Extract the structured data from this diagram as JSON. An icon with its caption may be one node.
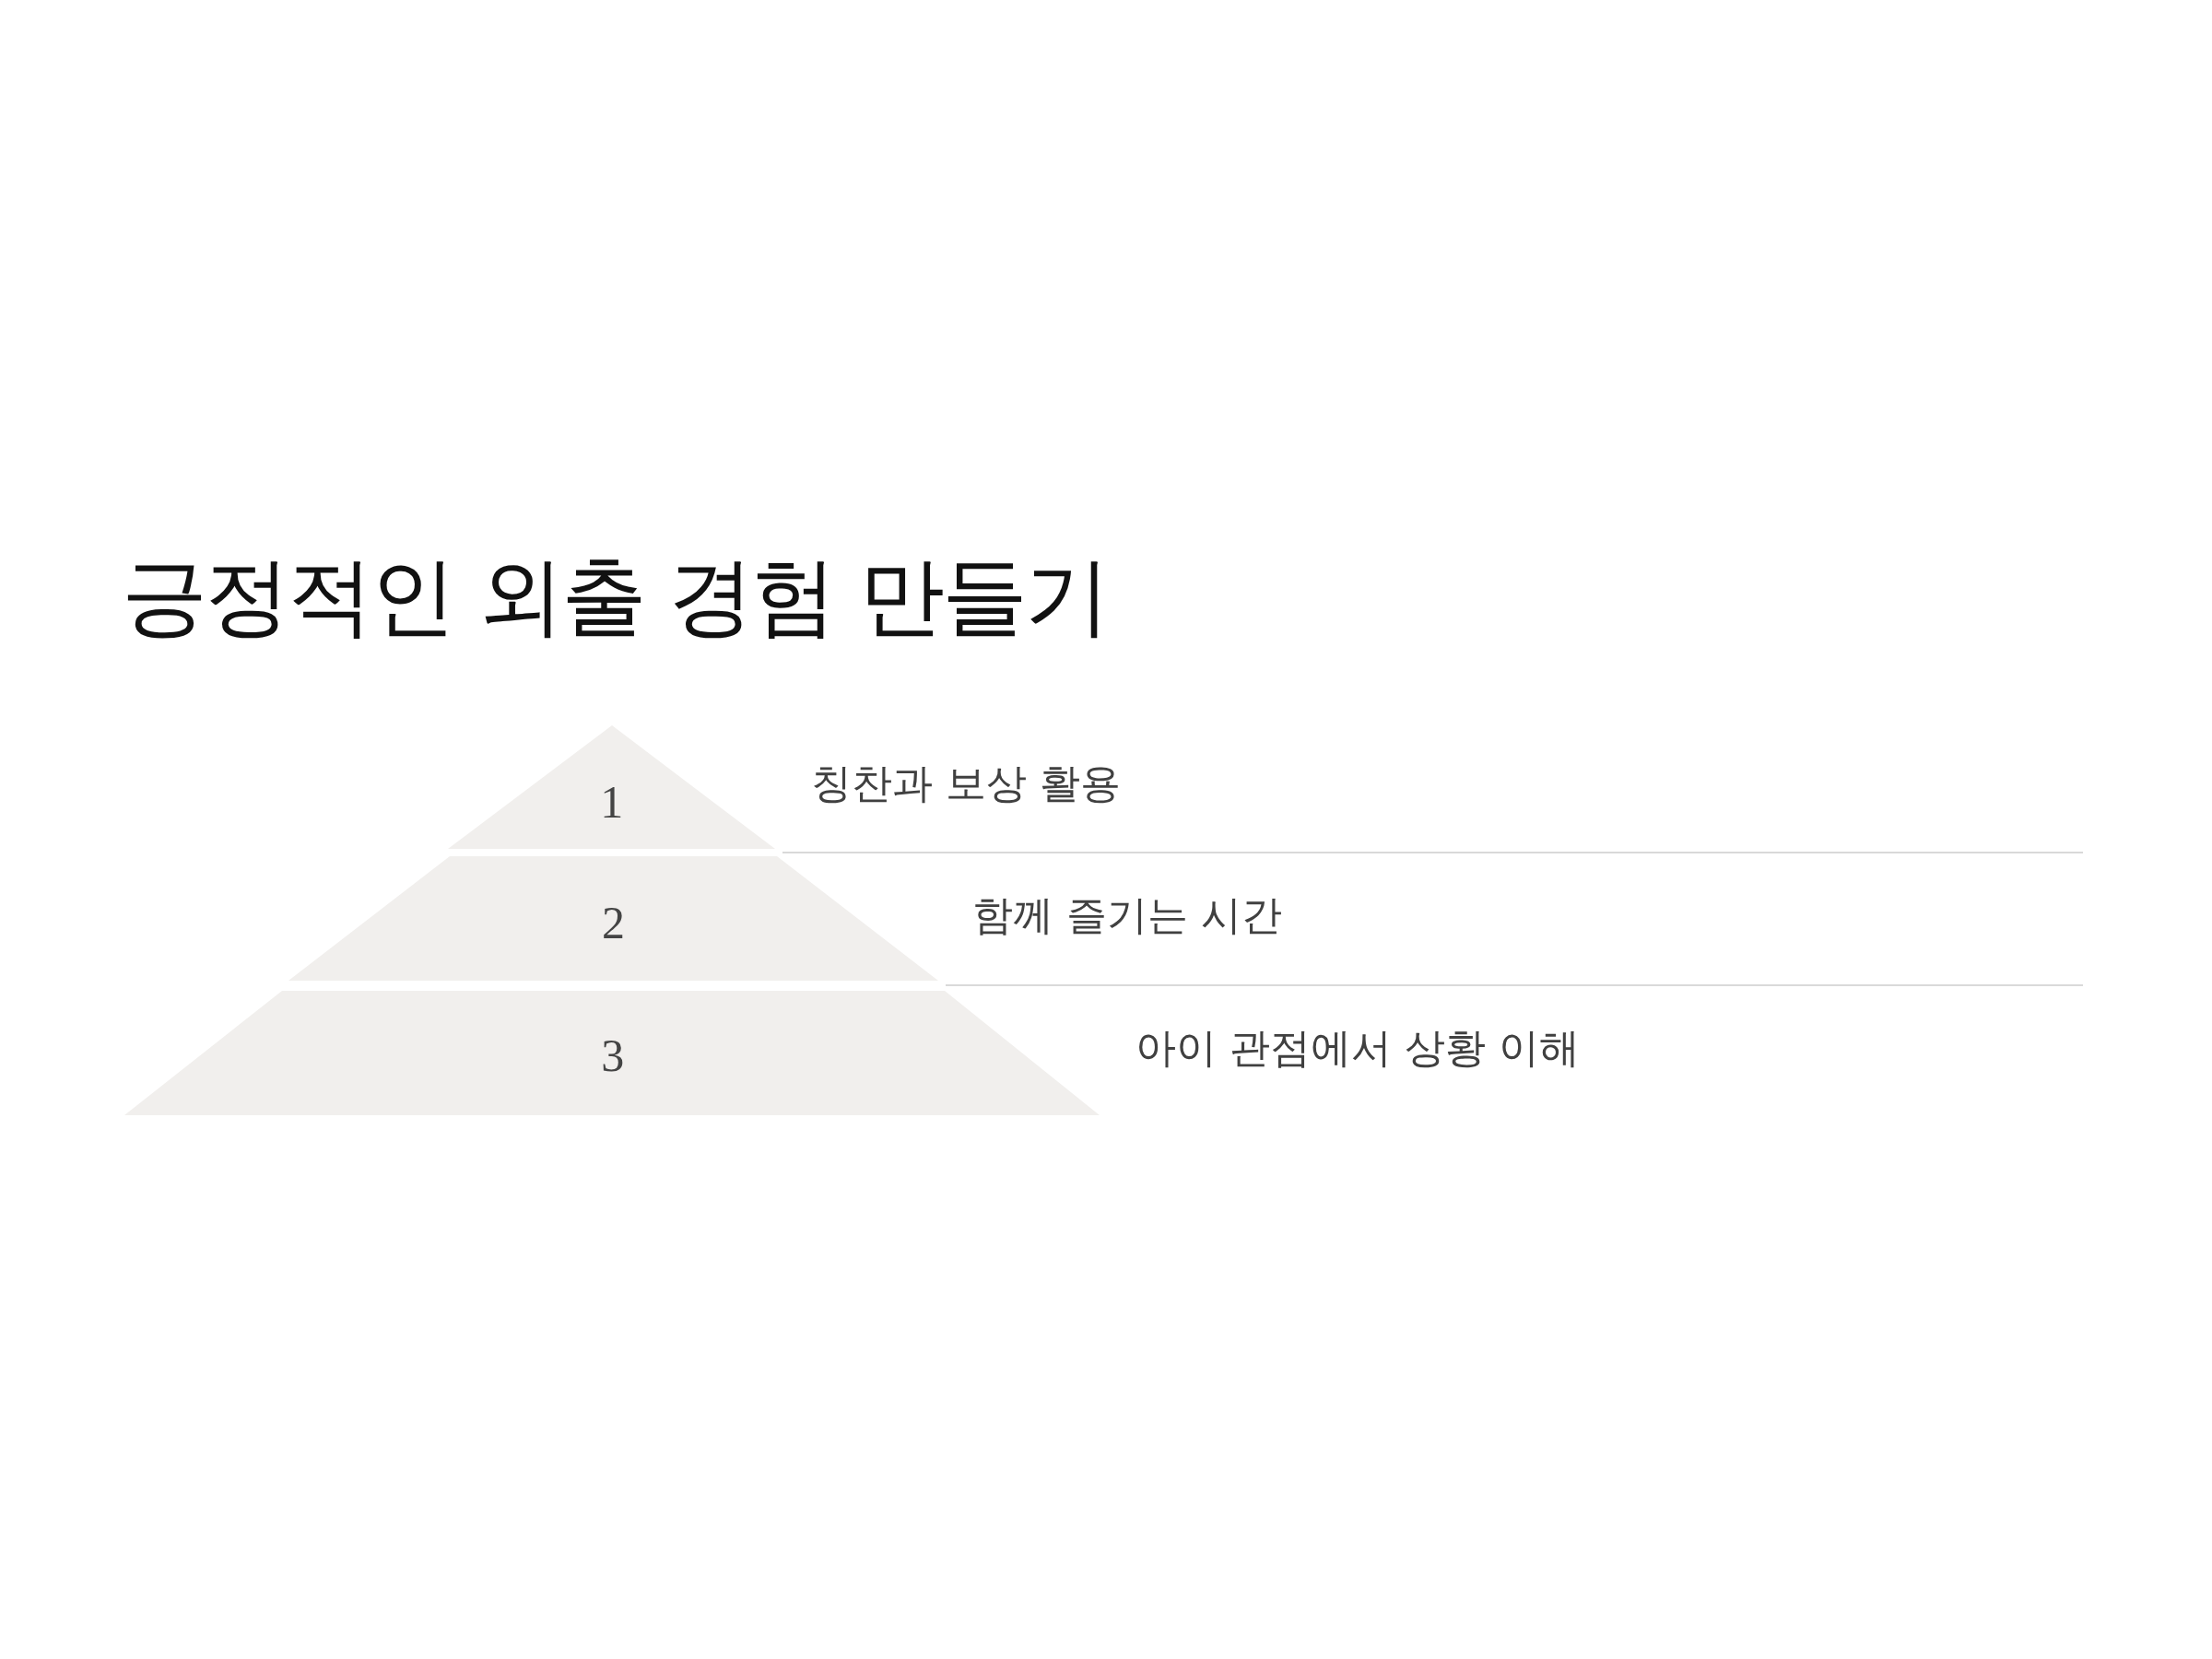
{
  "diagram": {
    "title": "긍정적인 외출 경험 만들기",
    "nodes": [
      {
        "text": [
          "1"
        ],
        "beside": [
          "칭찬과 보상 활용"
        ]
      },
      {
        "text": [
          "2"
        ],
        "beside": [
          "함께 즐기는 시간"
        ]
      },
      {
        "text": [
          "3"
        ],
        "beside": [
          "아이 관점에서 상황 이해"
        ]
      }
    ]
  }
}
